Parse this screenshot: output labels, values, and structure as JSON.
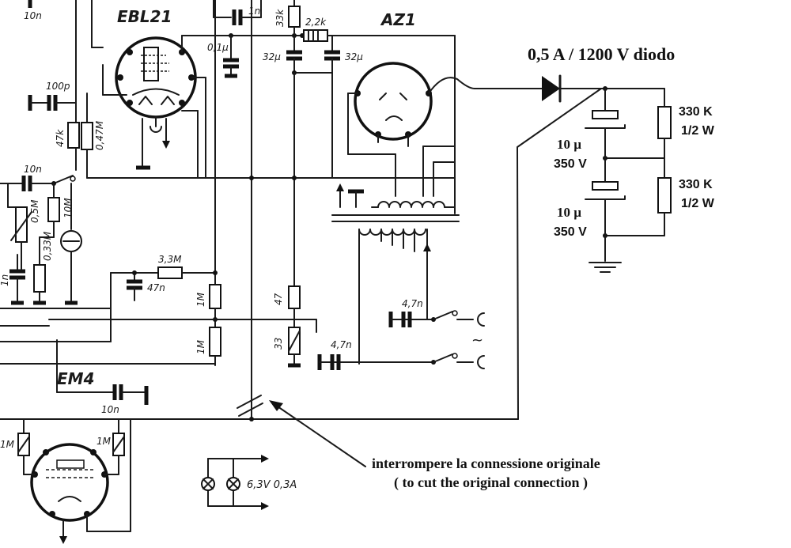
{
  "schematic": {
    "tubes": {
      "ebl21": "EBL21",
      "az1": "AZ1",
      "em4": "EM4"
    },
    "component_labels": {
      "c_10n_top": "10n",
      "c_100p": "100p",
      "r_47k": "47k",
      "r_047m": "0,47M",
      "c_10n_grid": "10n",
      "r_05m": "0,5M",
      "r_10m": "10M",
      "r_033m": "0,33M",
      "c_1n_left": "1n",
      "c_1n_top": "1n",
      "r_33k": "33k",
      "r_22k": "2,2k",
      "c_01u": "0,1µ",
      "c_32u_a": "32µ",
      "c_32u_b": "32µ",
      "r_33m": "3,3M",
      "c_47n": "47n",
      "r_1m_a": "1M",
      "r_1m_b": "1M",
      "r_47": "47",
      "r_33": "33",
      "c_47n_a": "4,7n",
      "c_47n_b": "4,7n",
      "c_10n_em4": "10n",
      "r_1m_em4_l": "1M",
      "r_1m_em4_r": "1M",
      "lamps": "6,3V 0,3A",
      "ac": "~"
    },
    "modification": {
      "diode": "0,5 A / 1200 V  diodo",
      "r_top_value": "330 K",
      "r_top_power": "1/2 W",
      "r_bot_value": "330 K",
      "r_bot_power": "1/2 W",
      "c_top_value": "10 µ",
      "c_top_voltage": "350 V",
      "c_bot_value": "10 µ",
      "c_bot_voltage": "350 V"
    },
    "annotation": {
      "line1": "interrompere la connessione originale",
      "line2": "( to cut the original connection )"
    }
  }
}
